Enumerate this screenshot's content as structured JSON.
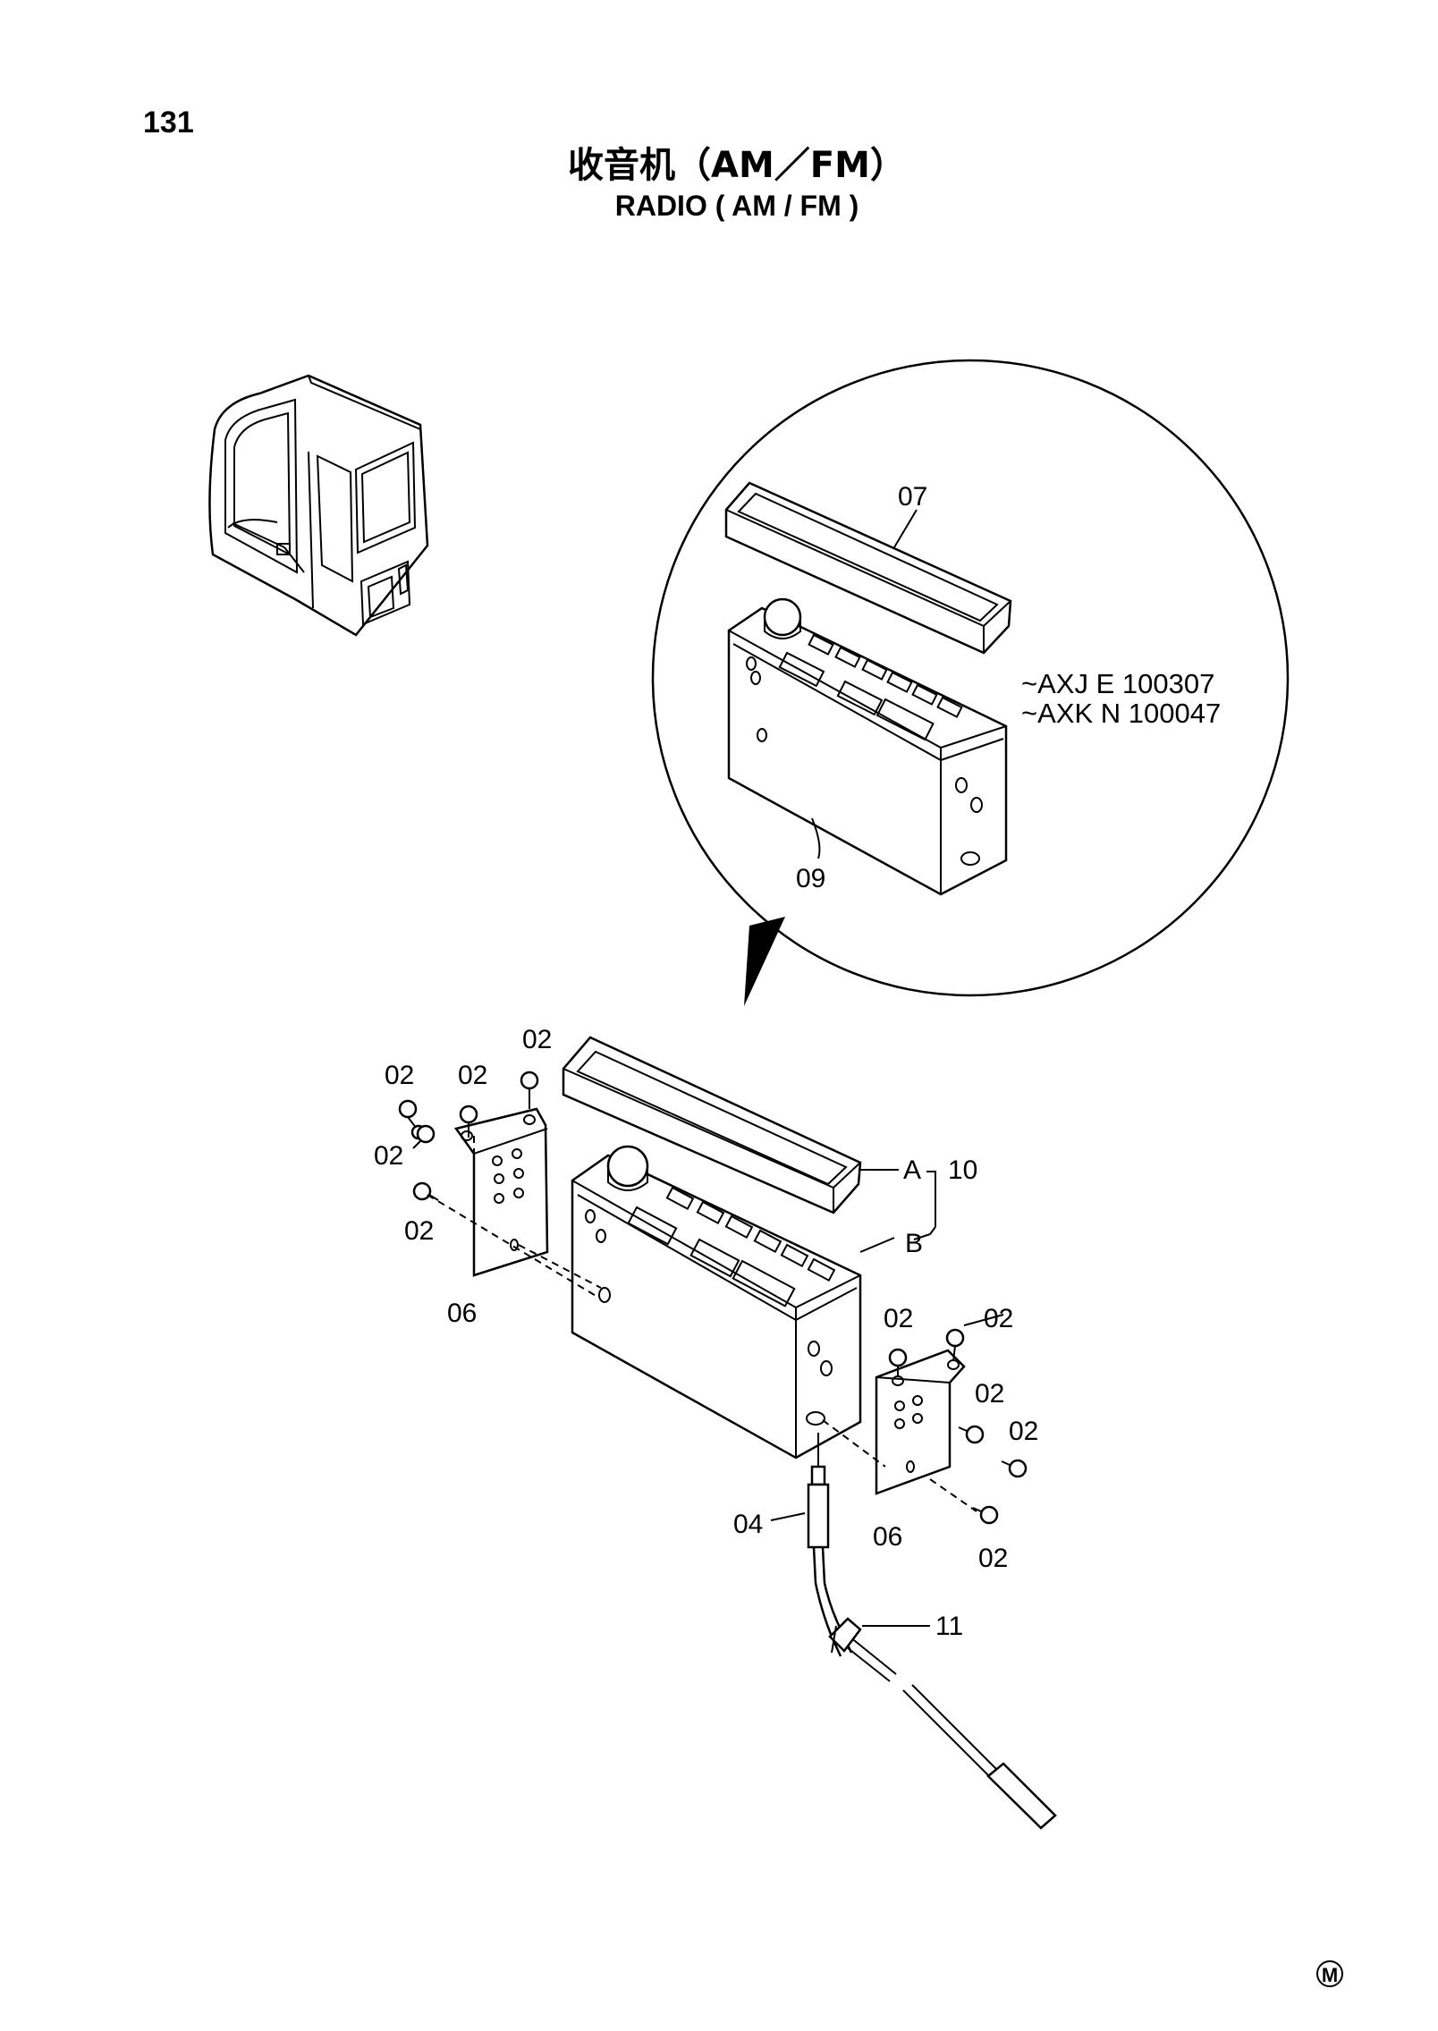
{
  "page": {
    "number": "131",
    "title_cn": "收音机（AM／FM）",
    "title_en": "RADIO ( AM / FM )",
    "footer_mark": "M"
  },
  "callouts": {
    "part_07": "07",
    "part_09": "09",
    "serial_axj": "~AXJ E 100307",
    "serial_axk": "~AXK N 100047",
    "label_a": "A",
    "label_b": "B",
    "part_10": "10",
    "part_02": "02",
    "part_06": "06",
    "part_04": "04",
    "part_11": "11"
  }
}
